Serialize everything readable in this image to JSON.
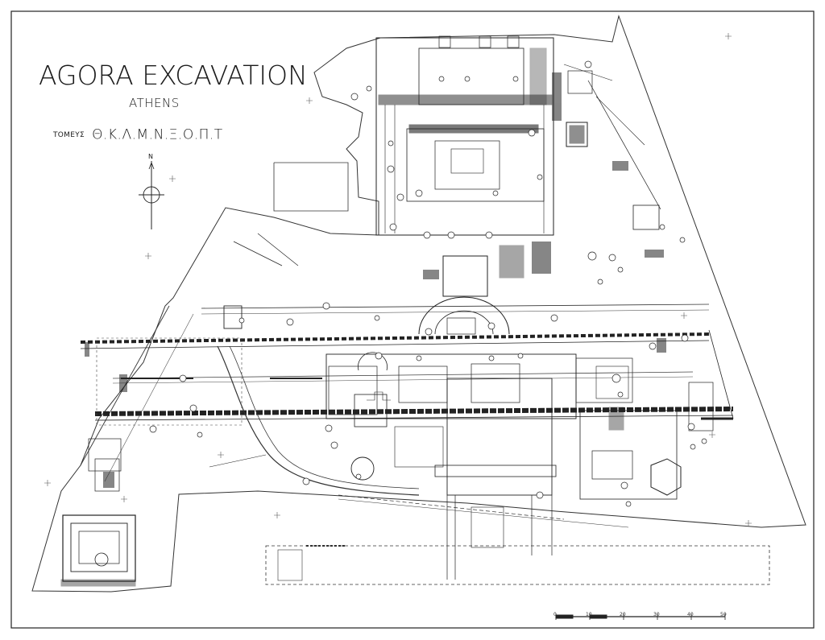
{
  "header": {
    "title": "AGORA EXCAVATION",
    "subtitle": "ATHENS",
    "sector_label": "ΤΟΜΕΥΣ",
    "sector_value": "Θ.Κ.Λ.Μ.Ν.Ξ.Ο.Π.Τ"
  },
  "compass": {
    "north_label": "N"
  },
  "scale_bar": {
    "ticks": [
      "0",
      "10",
      "20",
      "30",
      "40",
      "50"
    ]
  }
}
